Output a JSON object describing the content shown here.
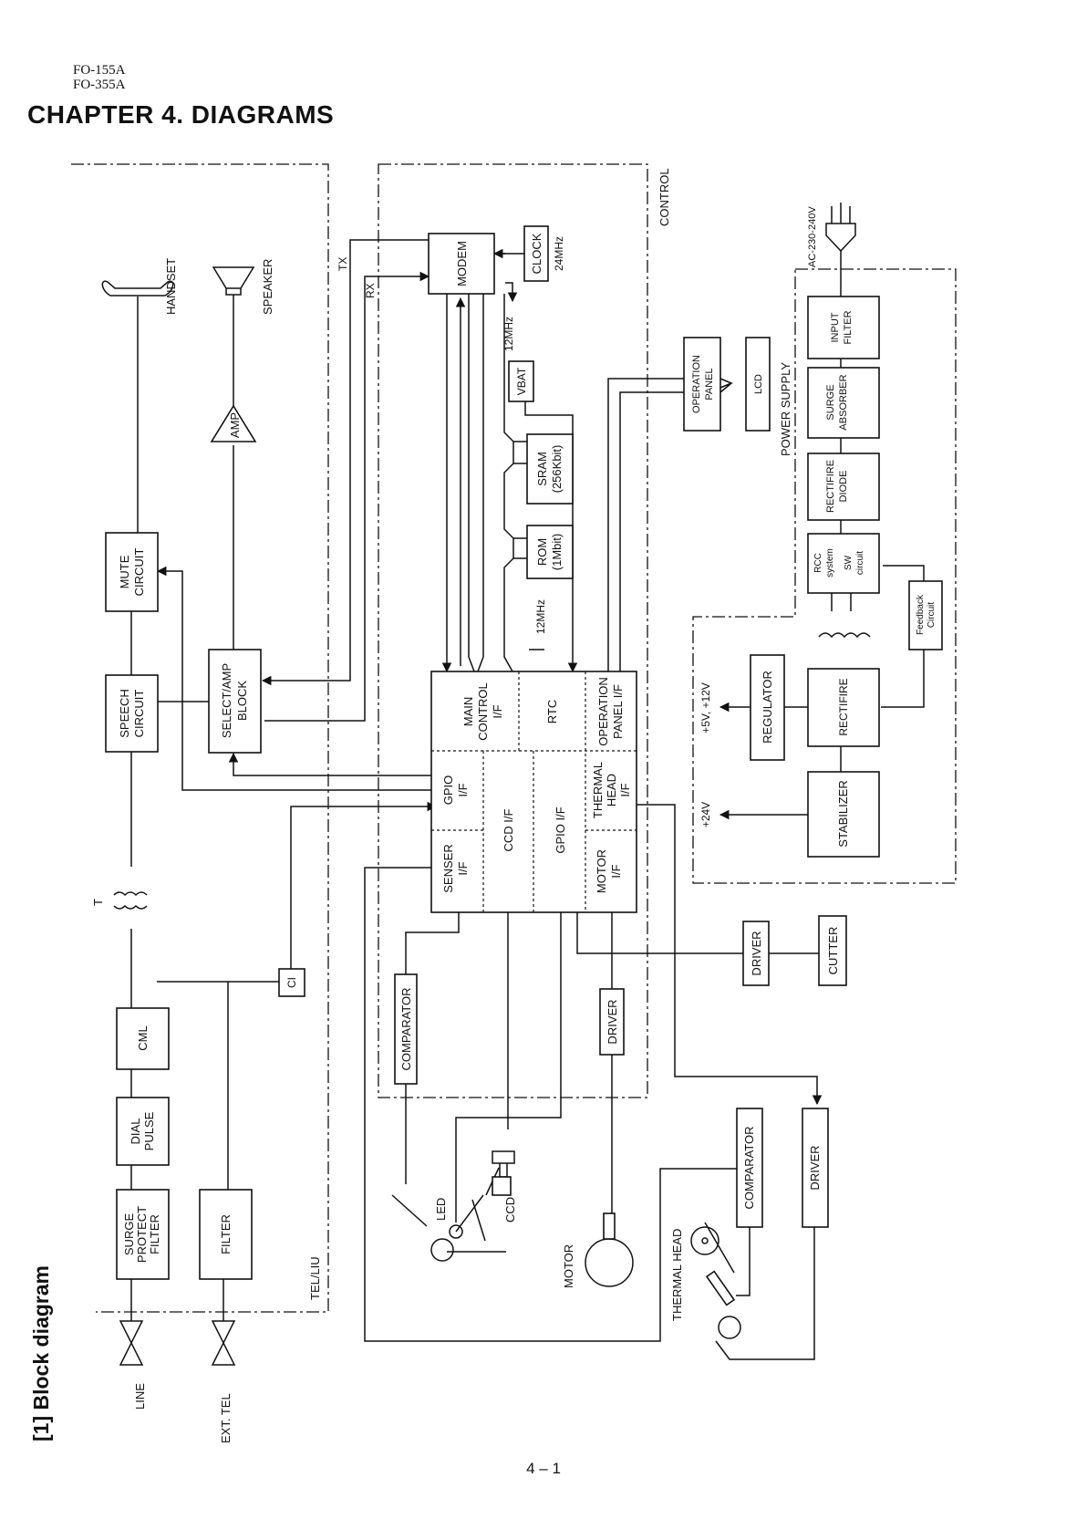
{
  "header": {
    "model_1": "FO-155A",
    "model_2": "FO-355A",
    "chapter": "CHAPTER 4.  DIAGRAMS"
  },
  "section_title": "[1]  Block diagram",
  "page_number": "4 – 1",
  "regions": {
    "control": "CONTROL",
    "tel_liu": "TEL/LIU",
    "power_supply": "POWER SUPPLY"
  },
  "blocks": {
    "handset": "HANDSET",
    "speaker": "SPEAKER",
    "amp": "AMP",
    "mute_circuit": [
      "MUTE",
      "CIRCUIT"
    ],
    "speech_circuit": [
      "SPEECH",
      "CIRCUIT"
    ],
    "select_amp_block": [
      "SELECT/AMP",
      "BLOCK"
    ],
    "transformer": "T",
    "cml": "CML",
    "dial_pulse": [
      "DIAL",
      "PULSE"
    ],
    "surge_protect_filter": [
      "SURGE",
      "PROTECT",
      "FILTER"
    ],
    "filter": "FILTER",
    "ci": "CI",
    "line": "LINE",
    "ext_tel": "EXT. TEL",
    "modem": "MODEM",
    "clock": "CLOCK",
    "clock_freq": "24MHz",
    "tx": "TX",
    "rx": "RX",
    "modem_clock": "12MHz",
    "vbat": "VBAT",
    "sram": [
      "SRAM",
      "(256Kbit)"
    ],
    "rom": [
      "ROM",
      "(1Mbit)"
    ],
    "rtc_clock": "12MHz",
    "operation_panel": [
      "OPERATION",
      "PANEL"
    ],
    "lcd": "LCD",
    "main_control_if": [
      "MAIN",
      "CONTROL",
      "I/F"
    ],
    "rtc": "RTC",
    "operation_panel_if": [
      "OPERATION",
      "PANEL I/F"
    ],
    "gpio_if_1": [
      "GPIO",
      "I/F"
    ],
    "ccd_if": "CCD I/F",
    "gpio_if_2": "GPIO I/F",
    "thermal_head_if": [
      "THERMAL",
      "HEAD",
      "I/F"
    ],
    "senser_if": [
      "SENSER",
      "I/F"
    ],
    "motor_if": [
      "MOTOR",
      "I/F"
    ],
    "comparator_1": "COMPARATOR",
    "driver_1": "DRIVER",
    "driver_cutter": "DRIVER",
    "cutter": "CUTTER",
    "led": "LED",
    "ccd": "CCD",
    "motor": "MOTOR",
    "thermal_head": "THERMAL HEAD",
    "comparator_2": "COMPARATOR",
    "driver_2": "DRIVER",
    "ac_input": "AC-230-240V",
    "input_filter": [
      "INPUT",
      "FILTER"
    ],
    "surge_absorber": [
      "SURGE",
      "ABSORBER"
    ],
    "rectifire_diode": [
      "RECTIFIRE",
      "DIODE"
    ],
    "rcc_sw": [
      "RCC",
      "system",
      "SW",
      "circuit"
    ],
    "feedback": [
      "Feedback",
      "Circuit"
    ],
    "rectifire": "RECTIFIRE",
    "regulator": "REGULATOR",
    "stabilizer": "STABILIZER",
    "out_5v_12v": "+5V, +12V",
    "out_24v": "+24V"
  }
}
